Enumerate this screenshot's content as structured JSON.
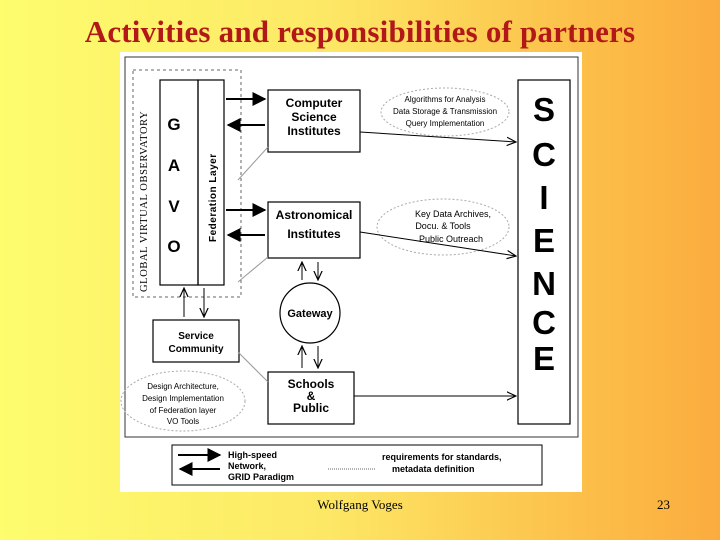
{
  "slide": {
    "title": "Activities and responsibilities of partners",
    "author": "Wolfgang Voges",
    "page_number": "23"
  },
  "diagram": {
    "gvo_label": "GLOBAL VIRTUAL OBSERVATORY",
    "gavo_letters": [
      "G",
      "A",
      "V",
      "O"
    ],
    "federation_label": "Federation Layer",
    "science_letters": [
      "S",
      "C",
      "I",
      "E",
      "N",
      "C",
      "E"
    ],
    "nodes": {
      "computer": [
        "Computer",
        "Science",
        "Institutes"
      ],
      "astro": [
        "Astronomical",
        "Institutes"
      ],
      "gateway": "Gateway",
      "service": [
        "Service",
        "Community"
      ],
      "schools": [
        "Schools",
        "&",
        "Public"
      ]
    },
    "notes": {
      "computer": [
        "Algorithms for Analysis",
        "Data Storage & Transmission",
        "Query Implementation"
      ],
      "astro": [
        "Key Data Archives,",
        "Docu. & Tools",
        "Public Outreach"
      ],
      "design": [
        "Design Architecture,",
        "Design Implementation",
        "of Federation layer",
        "VO Tools"
      ]
    },
    "legend": {
      "left": [
        "High-speed",
        "Network,",
        "GRID Paradigm"
      ],
      "right": [
        "requirements for standards,",
        "metadata definition"
      ]
    }
  }
}
